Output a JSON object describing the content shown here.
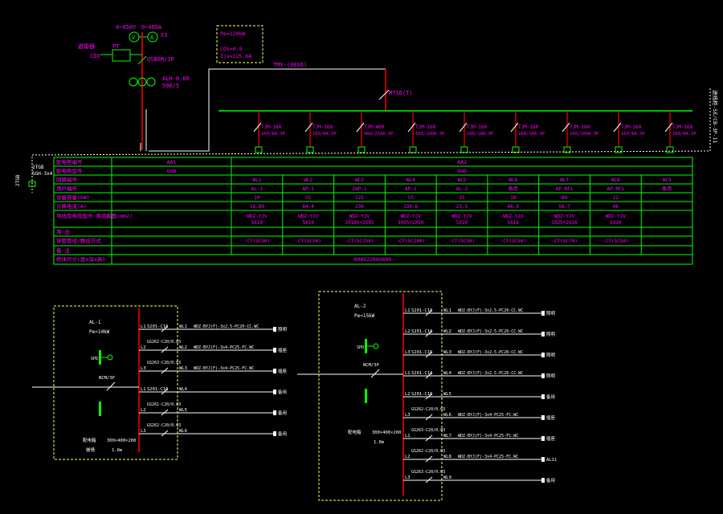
{
  "colors": {
    "background": "#000000",
    "line": "#ffffff",
    "green": "#00ff00",
    "red": "#ff0000",
    "magenta": "#ff00ff",
    "yellow": "#ffff66"
  },
  "header": {
    "meter_v": "0~450V",
    "meter_a": "0~400A",
    "meter_a_count": "X3",
    "arrester_label": "避雷器",
    "arrester_type": "CDX",
    "pt_label": "PT",
    "switch_label": "QSB0M/3P",
    "ct_label": "ALH-0.66",
    "ct_ratio": "500/5",
    "power_box": {
      "line1": "Pe=120kW",
      "line2": "COS=0.9",
      "line3": "Ijs=125.6A"
    },
    "bus_label": "TMY-(60X6)",
    "main_breaker": "MT16(T)"
  },
  "breakers": [
    {
      "line1": "TJM-160",
      "line2": "160/6A-3P"
    },
    {
      "line1": "TJM-160",
      "line2": "160/6A-3P"
    },
    {
      "line1": "TJM-400",
      "line2": "400/250A-3P"
    },
    {
      "line1": "TJM-160",
      "line2": "160/100A-3P"
    },
    {
      "line1": "TJM-160",
      "line2": "160/10A-3P"
    },
    {
      "line1": "TJM-160",
      "line2": "160/10A-3P"
    },
    {
      "line1": "TJM-160",
      "line2": "160/100A-3P"
    },
    {
      "line1": "TJM-160",
      "line2": "160/6A-3P"
    },
    {
      "line1": "TJM-160",
      "line2": "160/6A-3P"
    }
  ],
  "left_vertical": {
    "a": "2TGB",
    "b": "SGH-3x4"
  },
  "right_vertical": "进线柜-SE/CB-3P-11",
  "table": {
    "row_labels": [
      "配电柜编号",
      "配电柜型号",
      "回路编号",
      "用户编号",
      "设备容量(kW)",
      "计算电流(A)",
      "导线及电缆型号 电缆截面(mm2)",
      "用 途",
      "穿管管径/敷设方式",
      "备 注",
      "柜体尺寸(宽x深x高)"
    ],
    "cabinet_numbers": [
      "AA1",
      "AA2"
    ],
    "cabinet_models": [
      "GGD",
      "GGD"
    ],
    "circuit_numbers": [
      "WL1",
      "WL2",
      "WL3",
      "WL4",
      "WL5",
      "WL6",
      "WL7",
      "WL8",
      "WL9"
    ],
    "user_numbers": [
      "AL-1",
      "AP-1",
      "ZAP-1",
      "AP-2",
      "AL-2",
      "备用",
      "AP-RF1",
      "AP-RF1",
      "备用"
    ],
    "capacities": [
      "10",
      "15",
      "125",
      "55",
      "15",
      "18",
      "80",
      "12",
      ""
    ],
    "currents": [
      "16.89",
      "84.4",
      "230",
      "130.6",
      "23.5",
      "46.9",
      "56.7",
      "96",
      ""
    ],
    "cables": [
      {
        "a": "WDZ-YJV",
        "b": "5X10"
      },
      {
        "a": "WDZ-YJV",
        "b": "5X10"
      },
      {
        "a": "WDZ-YJV",
        "b": "3X185+2X95"
      },
      {
        "a": "WDZ-YJV",
        "b": "3X95+2X50"
      },
      {
        "a": "WDZ-YJV",
        "b": "5X10"
      },
      {
        "a": "WDZ-YJV",
        "b": "5X16"
      },
      {
        "a": "WDZ-YJV",
        "b": "3X25+2X16"
      },
      {
        "a": "WDZ-YJV",
        "b": "5X10"
      },
      {
        "a": "",
        "b": ""
      }
    ],
    "conduits": [
      "-CT(SC50)",
      "-CT(SC50)",
      "-CT(SC150)",
      "-CT(SC100)",
      "-CT(SC50)",
      "-CT(SC50)",
      "-CT(SC70)",
      "-CT(SC50)",
      ""
    ],
    "cabinet_size": "800X2200X600"
  },
  "panel_a": {
    "name": "AL-1",
    "power": "Pe=10kW",
    "breaker": "NCM/3P",
    "footer_label": "配电箱",
    "footer_size": "300×400×200",
    "footer_mount": "嵌墙",
    "footer_height": "1.8m",
    "rows": [
      {
        "phase": "L1",
        "breaker": "S201-C16",
        "num": "WL1",
        "cable": "WDZ-BYJ(F)-3x2.5-PC20-CC.WC",
        "load": "照明"
      },
      {
        "phase": "L2",
        "breaker": "GS262-C20/0.03",
        "num": "WL2",
        "cable": "WDZ-BYJ(F)-3x4-PC25-FC.WC",
        "load": "插座"
      },
      {
        "phase": "L3",
        "breaker": "GS263-C20/0.03",
        "num": "WL3",
        "cable": "WDZ-BYJ(F)-3x4-PC25-FC.WC",
        "load": "插座"
      },
      {
        "phase": "L1",
        "breaker": "S201-C16",
        "num": "WL4",
        "cable": "",
        "load": "备用"
      },
      {
        "phase": "L2",
        "breaker": "GS261-C20/0.03",
        "num": "WL5",
        "cable": "",
        "load": "备用"
      },
      {
        "phase": "L3",
        "breaker": "GS262-C20/0.03",
        "num": "WL6",
        "cable": "",
        "load": "备用"
      }
    ]
  },
  "panel_b": {
    "name": "AL-2",
    "power": "Pe=15kW",
    "breaker": "NCM/3P",
    "footer_label": "配电箱",
    "footer_size": "300×400×200",
    "footer_height": "1.8m",
    "rows": [
      {
        "phase": "L1",
        "breaker": "S201-C16",
        "num": "WL1",
        "cable": "WDZ-BYJ(F)-3x2.5-PC20-CC.WC",
        "load": "照明"
      },
      {
        "phase": "L2",
        "breaker": "S201-C16",
        "num": "WL2",
        "cable": "WDZ-BYJ(F)-3x2.5-PC20-CC.WC",
        "load": "照明"
      },
      {
        "phase": "L3",
        "breaker": "S201-C16",
        "num": "WL3",
        "cable": "WDZ-BYJ(F)-3x2.5-PC20-CC.WC",
        "load": "照明"
      },
      {
        "phase": "L1",
        "breaker": "S201-C16",
        "num": "WL4",
        "cable": "WDZ-BYJ(F)-3x2.5-PC20-CC.WC",
        "load": "照明"
      },
      {
        "phase": "L2",
        "breaker": "S201-C16",
        "num": "WL5",
        "cable": "",
        "load": "备用"
      },
      {
        "phase": "L3",
        "breaker": "GS262-C20/0.03",
        "num": "WL6",
        "cable": "WDZ-BYJ(F)-3x4-PC25-FC.WC",
        "load": "插座"
      },
      {
        "phase": "L1",
        "breaker": "GS263-C20/0.03",
        "num": "WL7",
        "cable": "WDZ-BYJ(F)-3x4-PC25-FC.WC",
        "load": "插座"
      },
      {
        "phase": "L2",
        "breaker": "GS262-C20/0.03",
        "num": "WL8",
        "cable": "WDZ-BYJ(F)-3x4-PC25-FC.WC",
        "load": "AL11"
      },
      {
        "phase": "L3",
        "breaker": "GS263-C20/0.03",
        "num": "WL9",
        "cable": "",
        "load": "备用"
      }
    ]
  }
}
